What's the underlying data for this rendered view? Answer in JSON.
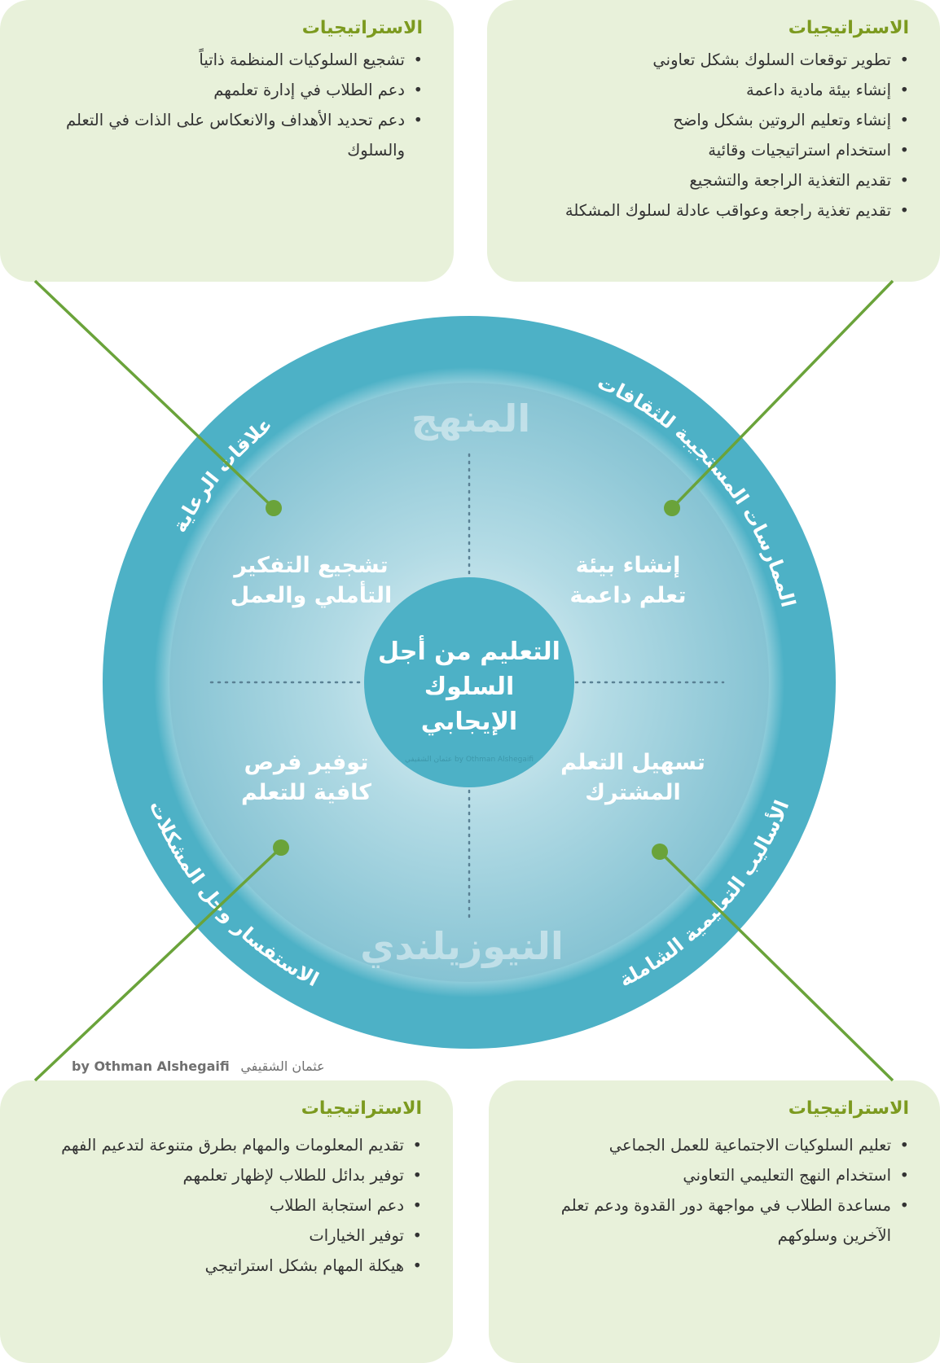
{
  "boxes": {
    "top_left": {
      "title": "الاستراتيجيات",
      "items": [
        "تشجيع السلوكيات المنظمة ذاتياً",
        "دعم الطلاب في إدارة تعلمهم",
        "دعم تحديد الأهداف والانعكاس على الذات في التعلم والسلوك"
      ]
    },
    "top_right": {
      "title": "الاستراتيجيات",
      "items": [
        "تطوير توقعات السلوك بشكل تعاوني",
        "إنشاء بيئة مادية داعمة",
        "إنشاء وتعليم الروتين بشكل واضح",
        "استخدام استراتيجيات وقائية",
        "تقديم التغذية الراجعة والتشجيع",
        "تقديم تغذية راجعة وعواقب عادلة لسلوك المشكلة"
      ]
    },
    "bottom_left": {
      "title": "الاستراتيجيات",
      "items": [
        "تقديم المعلومات والمهام بطرق متنوعة لتدعيم الفهم",
        "توفير بدائل للطلاب لإظهار تعلمهم",
        "دعم استجابة الطلاب",
        "توفير الخيارات",
        "هيكلة المهام بشكل استراتيجي"
      ]
    },
    "bottom_right": {
      "title": "الاستراتيجيات",
      "items": [
        "تعليم السلوكيات الاجتماعية للعمل الجماعي",
        "استخدام النهج التعليمي التعاوني",
        "مساعدة الطلاب في مواجهة دور القدوة ودعم تعلم الآخرين وسلوكهم"
      ]
    }
  },
  "ring": {
    "top_left": "علاقات الرعاية",
    "top_right": "الممارسات المستجيبة للثقافات",
    "bottom_left": "الاستفسار وحل المشكلات",
    "bottom_right": "الأساليب التعليمية الشاملة"
  },
  "quadrants": {
    "top_left": [
      "تشجيع التفكير",
      "التأملي والعمل"
    ],
    "top_right": [
      "إنشاء بيئة",
      "تعلم داعمة"
    ],
    "bottom_left": [
      "توفير فرص",
      "كافية للتعلم"
    ],
    "bottom_right": [
      "تسهيل التعلم",
      "المشترك"
    ]
  },
  "center": [
    "التعليم من أجل",
    "السلوك",
    "الإيجابي"
  ],
  "watermarks": {
    "top": "المنهج",
    "bottom": "النيوزيلندي",
    "center_credit": "by Othman Alshegaifi  عثمان الشقيفي"
  },
  "credit": {
    "en": "by Othman Alshegaifi",
    "ar": "عثمان الشقيفي"
  },
  "colors": {
    "ring": "#4db1c6",
    "box_bg": "#e8f1da",
    "title": "#7c9a1f",
    "connector": "#6aa33a"
  }
}
